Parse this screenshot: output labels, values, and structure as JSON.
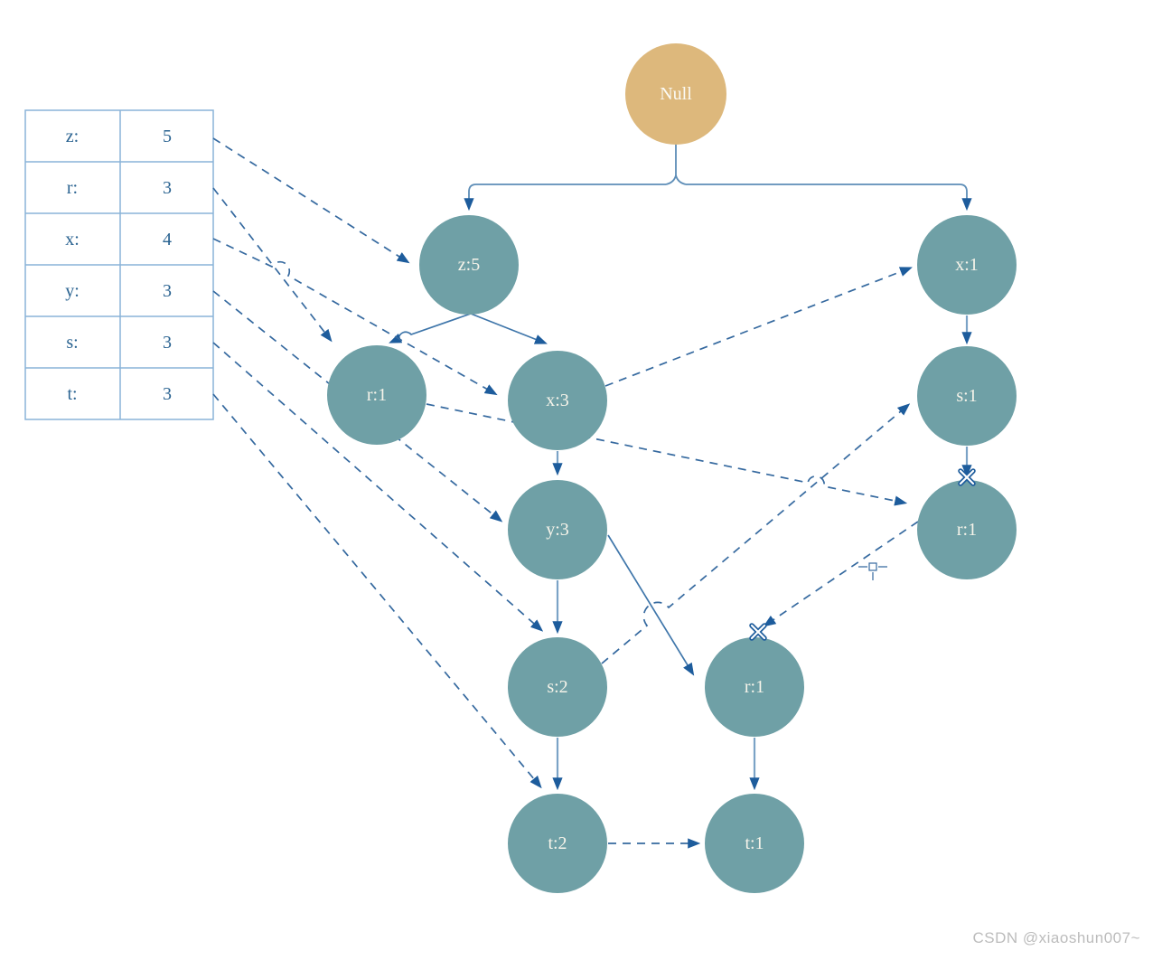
{
  "watermark": "CSDN @xiaoshun007~",
  "colors": {
    "node_fill": "#6fa0a6",
    "root_fill": "#ddb87c",
    "solid_edge": "#3f76aa",
    "light_edge": "#7ba3c6",
    "dashed_link": "#35699f",
    "arrowhead": "#1d5c9c",
    "table_border": "#8ab4d8",
    "table_text": "#2a6391",
    "node_text": "#f7f4ea",
    "watermark_text": "#bcbcbc"
  },
  "header_table": {
    "rows": [
      {
        "item": "z:",
        "count": "5"
      },
      {
        "item": "r:",
        "count": "3"
      },
      {
        "item": "x:",
        "count": "4"
      },
      {
        "item": "y:",
        "count": "3"
      },
      {
        "item": "s:",
        "count": "3"
      },
      {
        "item": "t:",
        "count": "3"
      }
    ]
  },
  "nodes": {
    "root": {
      "label": "Null"
    },
    "z5": {
      "label": "z:5"
    },
    "x1": {
      "label": "x:1"
    },
    "r1_left": {
      "label": "r:1"
    },
    "x3": {
      "label": "x:3"
    },
    "s1": {
      "label": "s:1"
    },
    "y3": {
      "label": "y:3"
    },
    "r1_right": {
      "label": "r:1"
    },
    "s2": {
      "label": "s:2"
    },
    "r1_mid": {
      "label": "r:1"
    },
    "t2": {
      "label": "t:2"
    },
    "t1": {
      "label": "t:1"
    }
  },
  "tree": {
    "edges": [
      [
        "root",
        "z5"
      ],
      [
        "root",
        "x1"
      ],
      [
        "z5",
        "r1_left"
      ],
      [
        "z5",
        "x3"
      ],
      [
        "x3",
        "y3"
      ],
      [
        "y3",
        "s2"
      ],
      [
        "y3",
        "r1_mid"
      ],
      [
        "s2",
        "t2"
      ],
      [
        "r1_mid",
        "t1"
      ],
      [
        "x1",
        "s1"
      ],
      [
        "s1",
        "r1_right"
      ]
    ],
    "header_links": [
      [
        "z",
        "z5"
      ],
      [
        "r",
        "r1_left"
      ],
      [
        "r1_left",
        "r1_right"
      ],
      [
        "r1_right",
        "r1_mid"
      ],
      [
        "x",
        "x3"
      ],
      [
        "x3",
        "x1"
      ],
      [
        "y",
        "y3"
      ],
      [
        "s",
        "s2"
      ],
      [
        "s2",
        "s1"
      ],
      [
        "t",
        "t2"
      ],
      [
        "t2",
        "t1"
      ]
    ]
  }
}
